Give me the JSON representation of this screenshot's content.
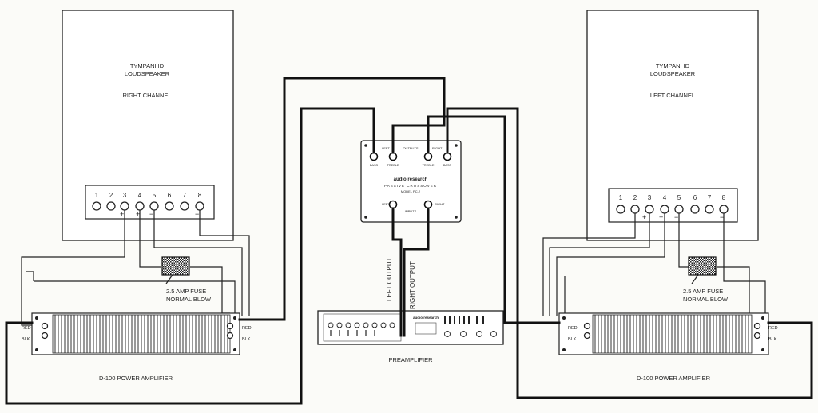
{
  "speakers": {
    "right": {
      "title": "TYMPANI ID",
      "subtitle": "LOUDSPEAKER",
      "channel": "RIGHT CHANNEL"
    },
    "left": {
      "title": "TYMPANI ID",
      "subtitle": "LOUDSPEAKER",
      "channel": "LEFT CHANNEL"
    }
  },
  "terminal_numbers": [
    "1",
    "2",
    "3",
    "4",
    "5",
    "6",
    "7",
    "8"
  ],
  "polarity": {
    "plus": "+",
    "minus": "−"
  },
  "fuse": {
    "line1": "2.5 AMP FUSE",
    "line2": "NORMAL BLOW"
  },
  "amplifier": {
    "label": "D-100 POWER AMPLIFIER",
    "red": "RED",
    "blk": "BLK"
  },
  "crossover": {
    "brand": "audio research",
    "name": "PASSIVE CROSSOVER",
    "model": "MODEL PC-2",
    "outputs_label": "OUTPUTS",
    "inputs_label": "INPUTS",
    "jack_labels": [
      "BASS",
      "TREBLE",
      "TREBLE",
      "BASS"
    ],
    "left": "LEFT",
    "right": "RIGHT"
  },
  "preamp": {
    "label": "PREAMPLIFIER",
    "brand": "audio research"
  },
  "outputs": {
    "left": "LEFT OUTPUT",
    "right": "RIGHT OUTPUT"
  }
}
